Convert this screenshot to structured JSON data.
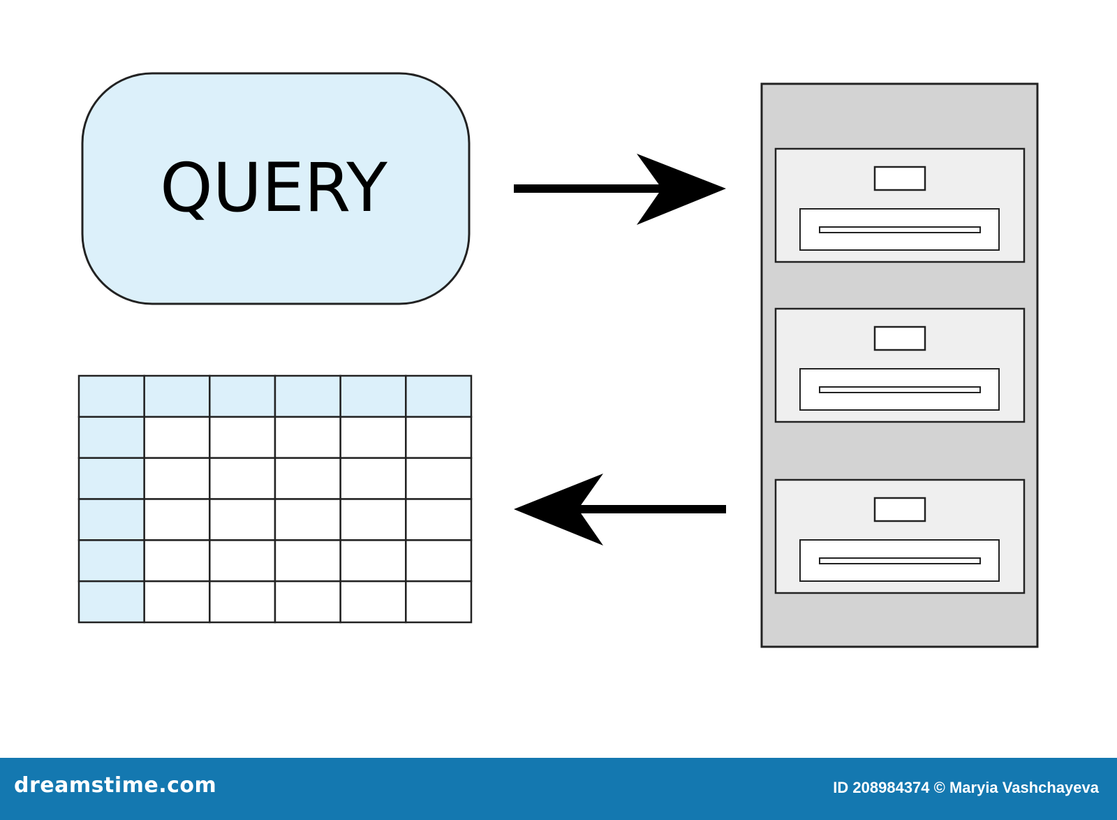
{
  "query_box": {
    "label": "QUERY"
  },
  "table": {
    "columns": 6,
    "rows": 6
  },
  "cabinet": {
    "drawers": 3
  },
  "colors": {
    "query_fill": "#dcf0fa",
    "header_fill": "#dcf0fa",
    "cabinet_body": "#d3d3d3",
    "drawer_fill": "#efefef",
    "stroke": "#222222",
    "footer_bg": "#1478b0"
  },
  "arrows": [
    {
      "name": "query-to-database",
      "direction": "right"
    },
    {
      "name": "database-to-result",
      "direction": "left"
    }
  ],
  "footer": {
    "brand": "dreamstime.com",
    "credit": "ID 208984374 © Maryia Vashchayeva"
  }
}
